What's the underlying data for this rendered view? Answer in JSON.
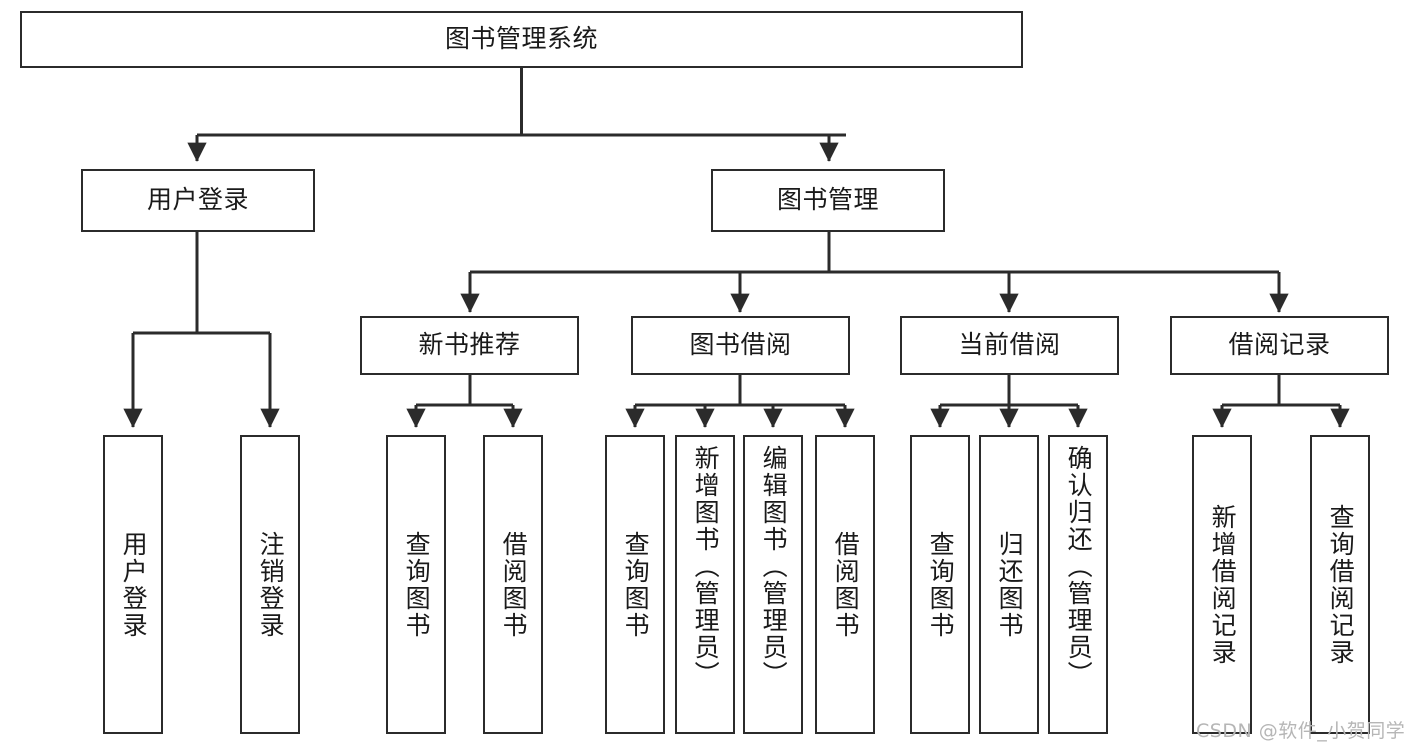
{
  "diagram": {
    "title": "图书管理系统",
    "type": "tree-hierarchy-chart",
    "background_color": "#ffffff",
    "node_border_color": "#2b2b2b",
    "node_fill_color": "#ffffff",
    "text_color": "#1a1a1a",
    "watermark": "CSDN @软件_小贺同学",
    "watermark_color": "#b6b6b6"
  },
  "nodes": {
    "root": {
      "label": "图书管理系统"
    },
    "level2": [
      {
        "label": "用户登录"
      },
      {
        "label": "图书管理"
      }
    ],
    "level3": [
      {
        "label": "新书推荐"
      },
      {
        "label": "图书借阅"
      },
      {
        "label": "当前借阅"
      },
      {
        "label": "借阅记录"
      }
    ],
    "leaves": {
      "user_login": [
        {
          "label": "用户登录"
        },
        {
          "label": "注销登录"
        }
      ],
      "new_book_recommend": [
        {
          "label": "查询图书"
        },
        {
          "label": "借阅图书"
        }
      ],
      "book_borrow": [
        {
          "label": "查询图书"
        },
        {
          "label": "新增图书（管理员）"
        },
        {
          "label": "编辑图书（管理员）"
        },
        {
          "label": "借阅图书"
        }
      ],
      "current_borrow": [
        {
          "label": "查询图书"
        },
        {
          "label": "归还图书"
        },
        {
          "label": "确认归还（管理员）"
        }
      ],
      "borrow_records": [
        {
          "label": "新增借阅记录"
        },
        {
          "label": "查询借阅记录"
        }
      ]
    }
  }
}
